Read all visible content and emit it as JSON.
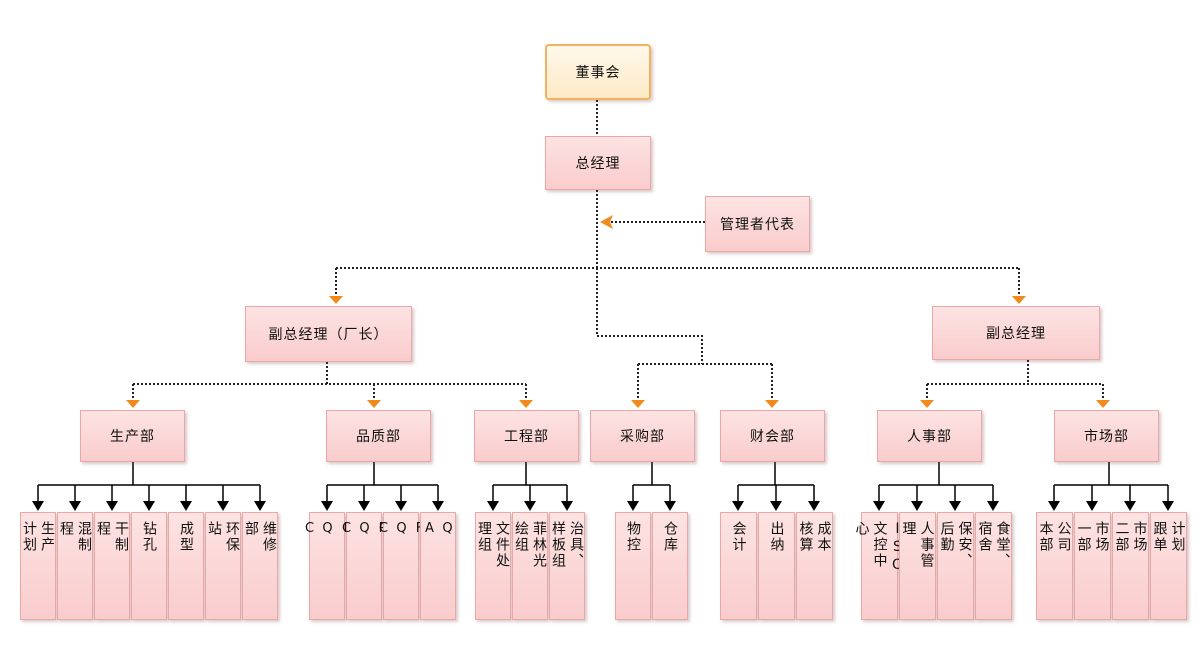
{
  "board": "董事会",
  "gm": "总经理",
  "rep": "管理者代表",
  "vp_factory": "副总经理（厂长）",
  "vp_right": "副总经理",
  "departments": {
    "production": "生产部",
    "quality": "品质部",
    "engineering": "工程部",
    "purchasing": "采购部",
    "finance": "财会部",
    "hr": "人事部",
    "marketing": "市场部"
  },
  "production_units": [
    "生产计划",
    "混制程",
    "干制程",
    "钻孔",
    "成型",
    "环保站",
    "维修部"
  ],
  "quality_units": [
    "IQC",
    "PQC",
    "FQC",
    "QA"
  ],
  "engineering_units": [
    "文件处理组",
    "菲林光绘组",
    "治具、样板组"
  ],
  "purchasing_units": [
    "物控",
    "仓库"
  ],
  "finance_units": [
    "会计",
    "出纳",
    "成本核算"
  ],
  "hr_units": [
    "ISO文控中心",
    "人事管理",
    "保安、后勤",
    "食堂、宿舍"
  ],
  "marketing_units": [
    "公司本部",
    "市场一部",
    "市场二部",
    "计划跟单"
  ],
  "colors": {
    "box_fill": "#fbd6d6",
    "box_border": "#e9a7a7",
    "root_border": "#f2b25f",
    "arrow_orange": "#f08a1c",
    "connector": "#222222"
  }
}
